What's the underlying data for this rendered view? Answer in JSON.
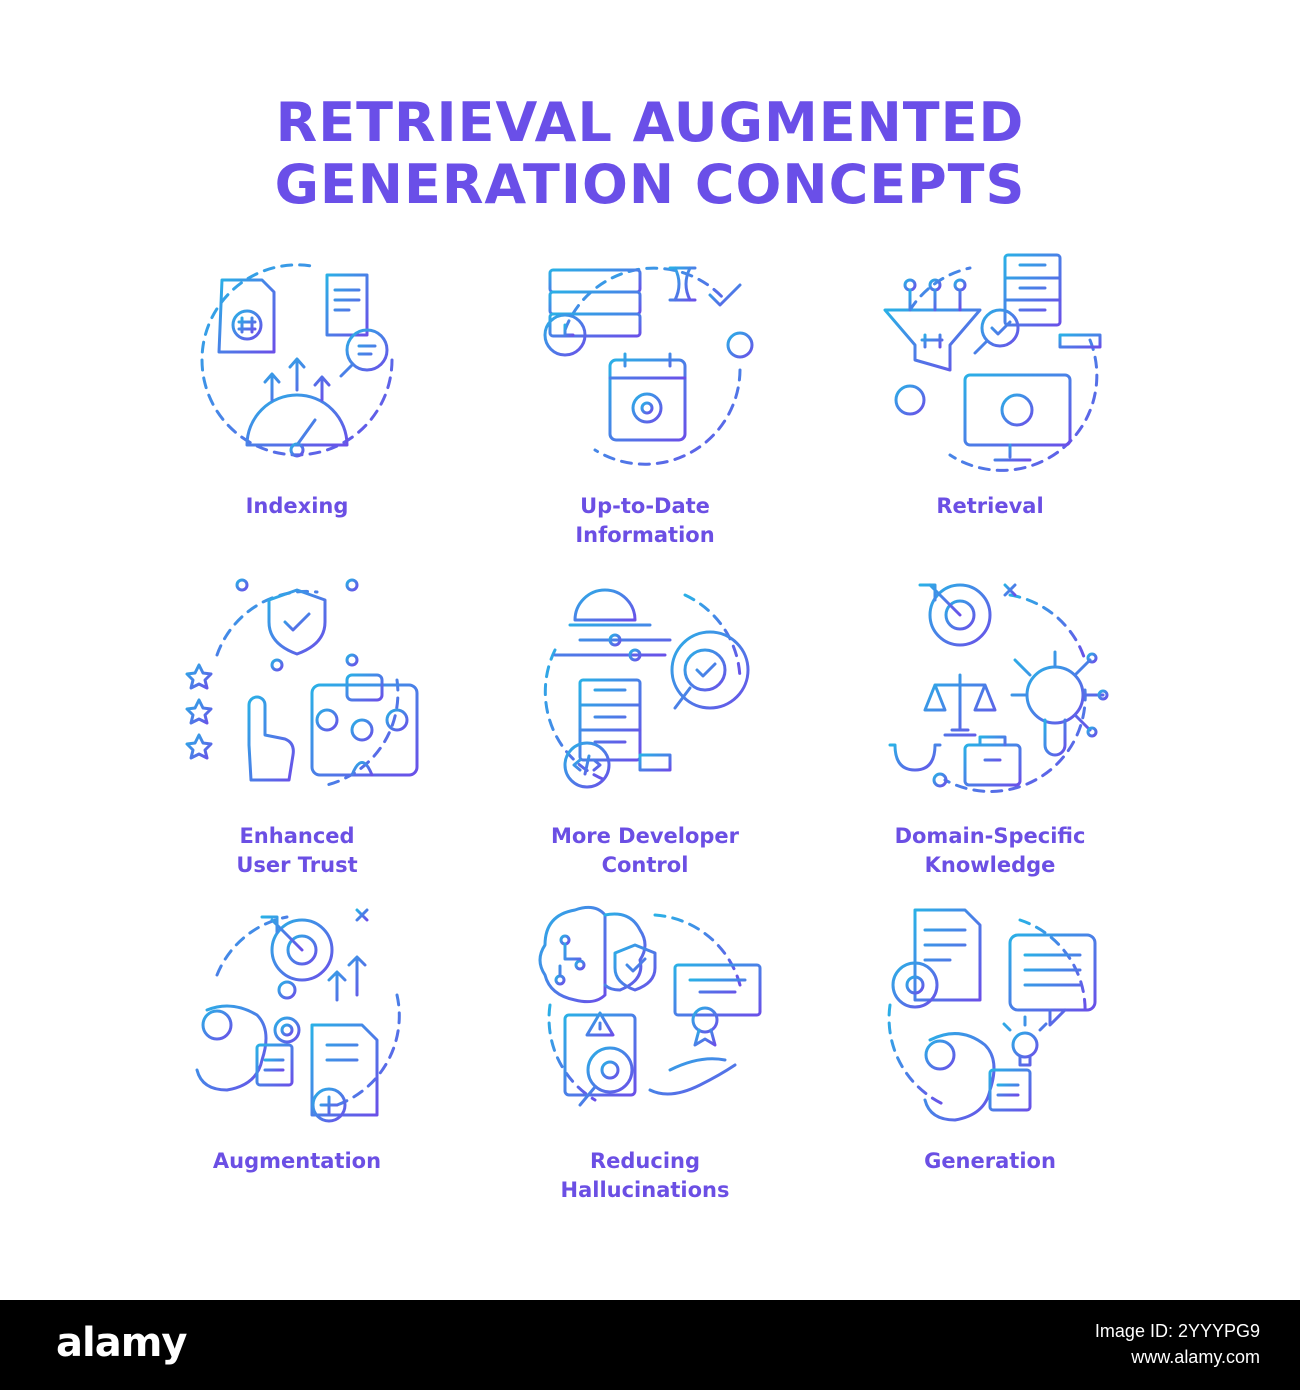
{
  "title": [
    "RETRIEVAL AUGMENTED",
    "GENERATION CONCEPTS"
  ],
  "concepts": [
    {
      "label": [
        "Indexing"
      ],
      "icon": "indexing-icon"
    },
    {
      "label": [
        "Up-to-Date",
        "Information"
      ],
      "icon": "up-to-date-information-icon"
    },
    {
      "label": [
        "Retrieval"
      ],
      "icon": "retrieval-icon"
    },
    {
      "label": [
        "Enhanced",
        "User Trust"
      ],
      "icon": "enhanced-user-trust-icon"
    },
    {
      "label": [
        "More Developer",
        "Control"
      ],
      "icon": "developer-control-icon"
    },
    {
      "label": [
        "Domain-Specific",
        "Knowledge"
      ],
      "icon": "domain-specific-knowledge-icon"
    },
    {
      "label": [
        "Augmentation"
      ],
      "icon": "augmentation-icon"
    },
    {
      "label": [
        "Reducing",
        "Hallucinations"
      ],
      "icon": "reducing-hallucinations-icon"
    },
    {
      "label": [
        "Generation"
      ],
      "icon": "generation-icon"
    }
  ],
  "colors": {
    "gradient_start": "#2ab0e6",
    "gradient_end": "#6a4fe8",
    "title": "#6a4fe8"
  },
  "footer": {
    "brand": "alamy",
    "image_id_label": "Image ID: 2YYYPG9",
    "site": "www.alamy.com"
  }
}
